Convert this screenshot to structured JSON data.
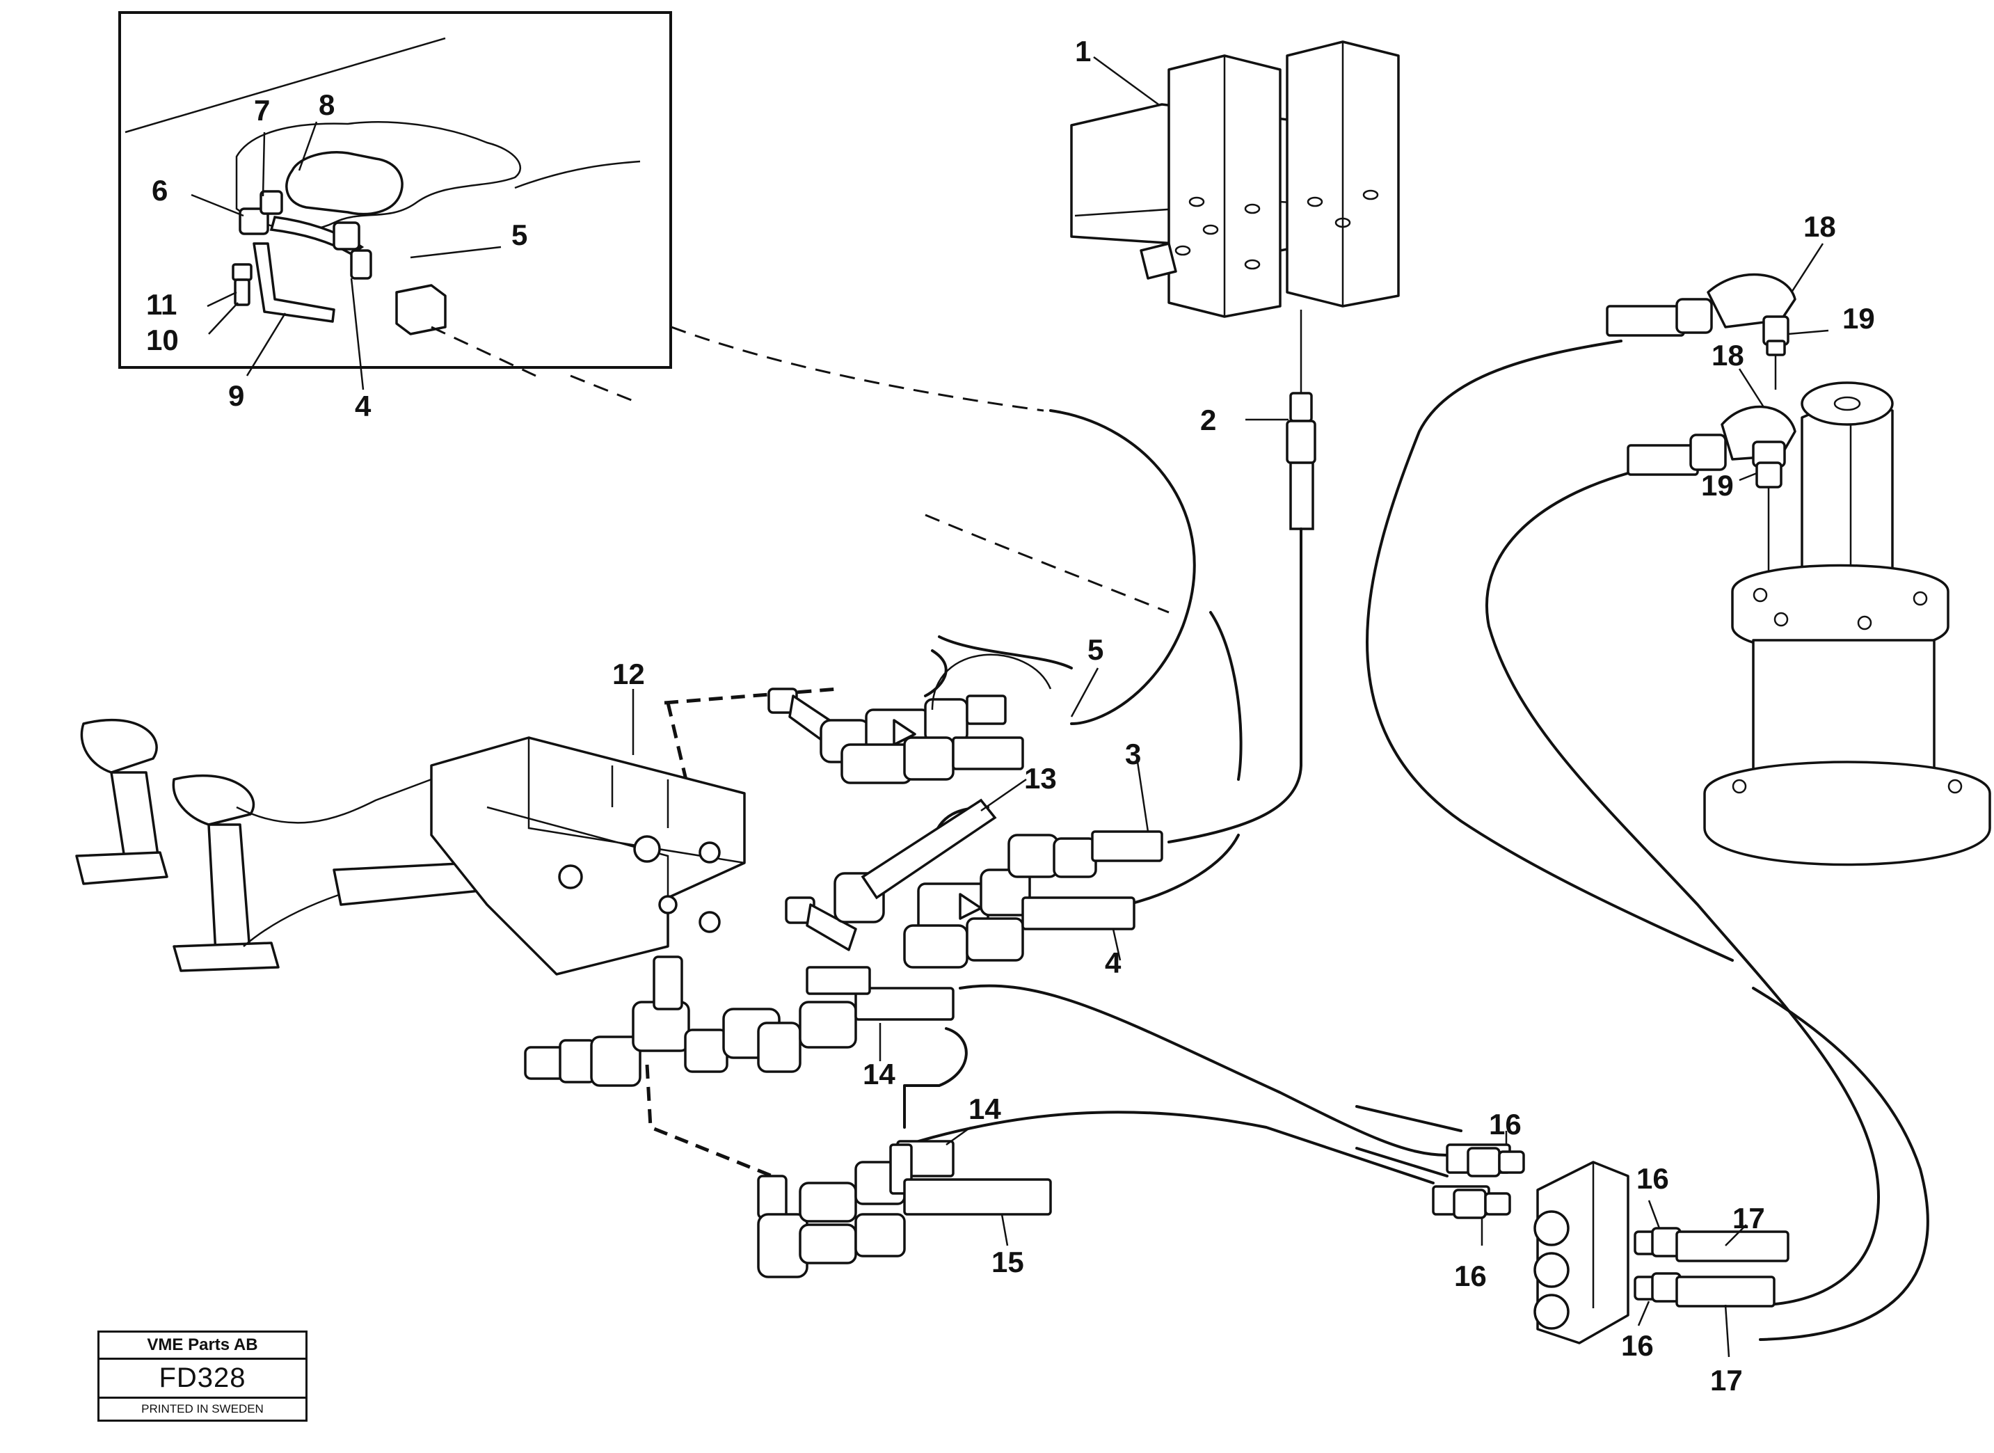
{
  "labels": {
    "l1": "1",
    "l2": "2",
    "l3": "3",
    "l4_inset": "4",
    "l4_main": "4",
    "l5_inset": "5",
    "l5_main": "5",
    "l6": "6",
    "l7": "7",
    "l8": "8",
    "l9": "9",
    "l10": "10",
    "l11": "11",
    "l12": "12",
    "l13": "13",
    "l14_a": "14",
    "l14_b": "14",
    "l15": "15",
    "l16_a": "16",
    "l16_b": "16",
    "l16_c": "16",
    "l16_d": "16",
    "l17_a": "17",
    "l17_b": "17",
    "l18_a": "18",
    "l18_b": "18",
    "l19_a": "19",
    "l19_b": "19"
  },
  "stamp": {
    "company": "VME Parts AB",
    "code": "FD328",
    "printed": "PRINTED IN SWEDEN"
  }
}
